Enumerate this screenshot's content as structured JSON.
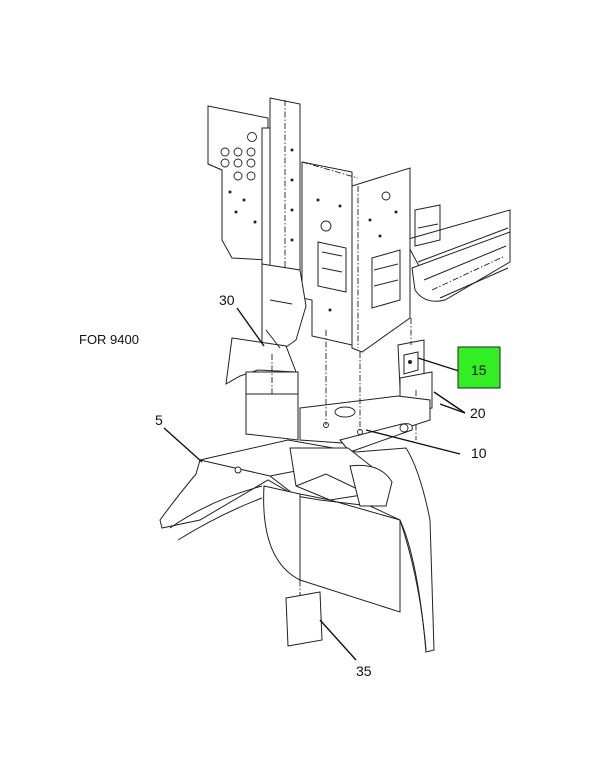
{
  "note": "FOR 9400",
  "callouts": [
    {
      "id": "5",
      "label": "5"
    },
    {
      "id": "10",
      "label": "10"
    },
    {
      "id": "15",
      "label": "15",
      "highlight": "#33ee22"
    },
    {
      "id": "20",
      "label": "20"
    },
    {
      "id": "30",
      "label": "30"
    },
    {
      "id": "35",
      "label": "35"
    }
  ]
}
